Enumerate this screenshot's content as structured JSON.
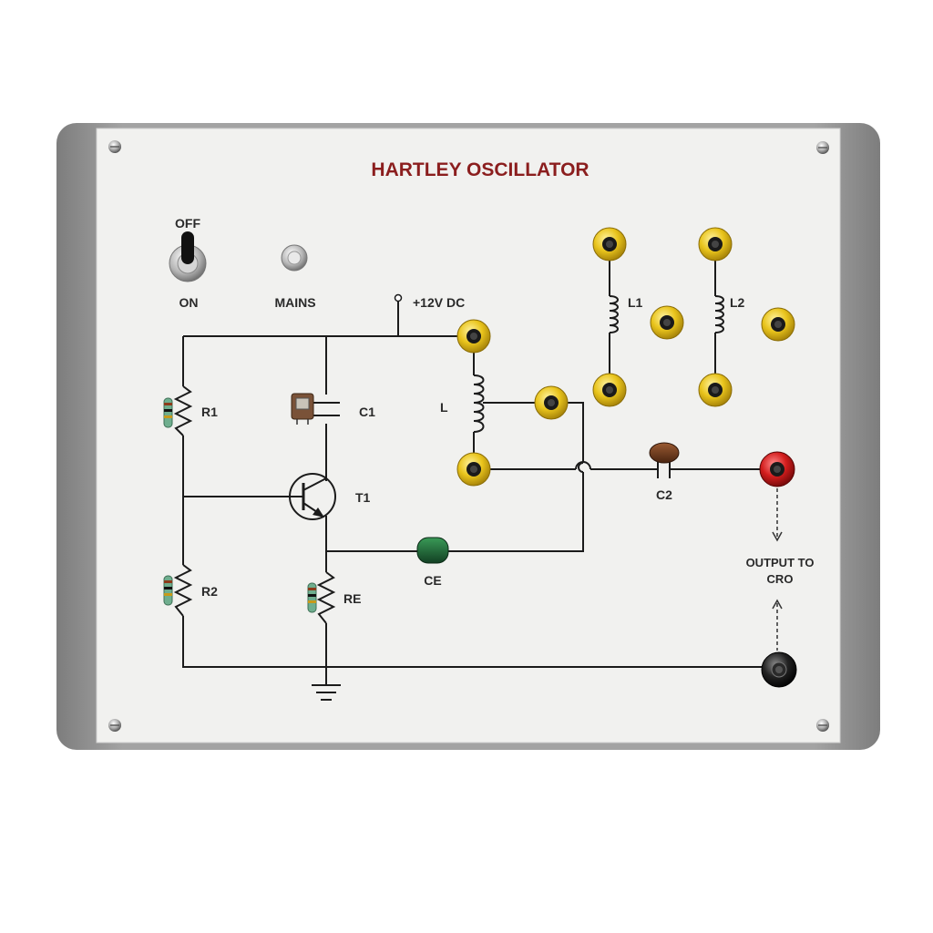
{
  "panel": {
    "title": "HARTLEY OSCILLATOR"
  },
  "switch": {
    "off_label": "OFF",
    "on_label": "ON",
    "mains_label": "MAINS"
  },
  "supply": {
    "label": "+12V DC"
  },
  "components": {
    "r1": "R1",
    "r2": "R2",
    "re": "RE",
    "c1": "C1",
    "c2": "C2",
    "ce": "CE",
    "t1": "T1",
    "l": "L",
    "l1": "L1",
    "l2": "L2"
  },
  "output": {
    "line1": "OUTPUT TO",
    "line2": "CRO"
  },
  "colors": {
    "title": "#8b1e1e",
    "terminal_yellow": "#e8c21a",
    "terminal_red": "#d31d1d",
    "terminal_black": "#1a1a1a",
    "capacitor_ce": "#1f6b34",
    "capacitor_c2": "#6b3a1f",
    "frame": "#8f8f8f",
    "panel": "#f1f1ef"
  }
}
